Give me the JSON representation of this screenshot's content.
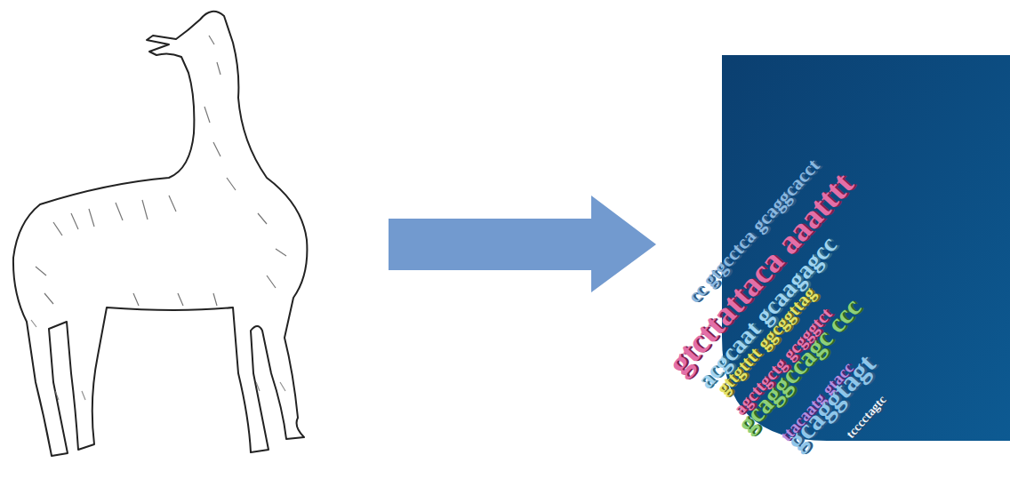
{
  "diagram": {
    "labels": [
      "cc gtgcctca gcaggcacct",
      "gtcttattaca aaatttt",
      "acgcaat gcaagagcc",
      "gttgtttt ggcggttag",
      "agcttgctg gcgggtct",
      "gcaggccagc ccc",
      "ttacaatg gtacc",
      "gcaggtagt",
      "tcccctagtc"
    ]
  }
}
